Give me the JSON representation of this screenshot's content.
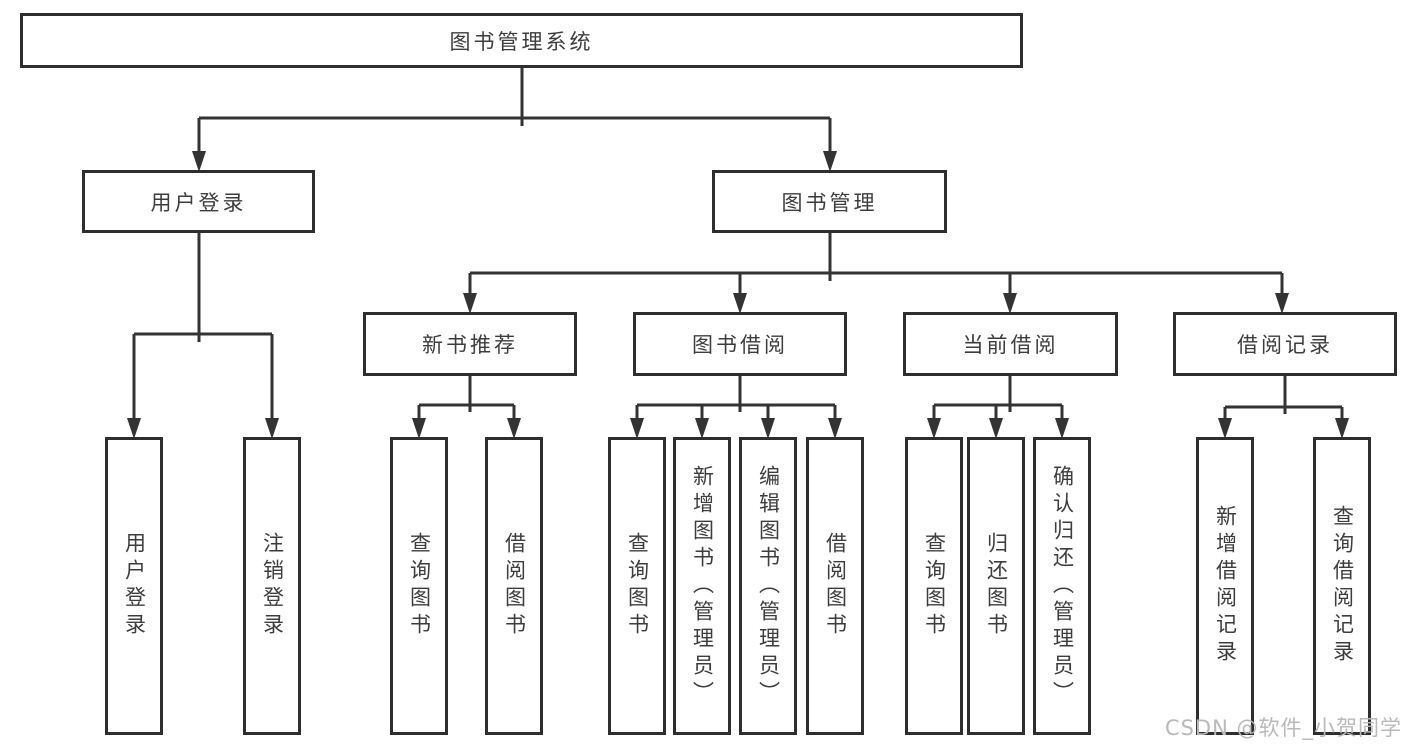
{
  "colors": {
    "background": "#ffffff",
    "box_border": "#2e2e2e",
    "connector": "#333333",
    "text": "#3d3d3d",
    "watermark": "#b9b9b9"
  },
  "tree": {
    "root": "图书管理系统",
    "level2": [
      "用户登录",
      "图书管理"
    ],
    "level3": [
      "新书推荐",
      "图书借阅",
      "当前借阅",
      "借阅记录"
    ],
    "leaves": {
      "login": [
        "用户登录",
        "注销登录"
      ],
      "recommend": [
        "查询图书",
        "借阅图书"
      ],
      "borrow": [
        "查询图书",
        "新增图书（管理员）",
        "编辑图书（管理员）",
        "借阅图书"
      ],
      "current": [
        "查询图书",
        "归还图书",
        "确认归还（管理员）"
      ],
      "records": [
        "新增借阅记录",
        "查询借阅记录"
      ]
    }
  },
  "watermark": "CSDN @软件_小贺同学"
}
